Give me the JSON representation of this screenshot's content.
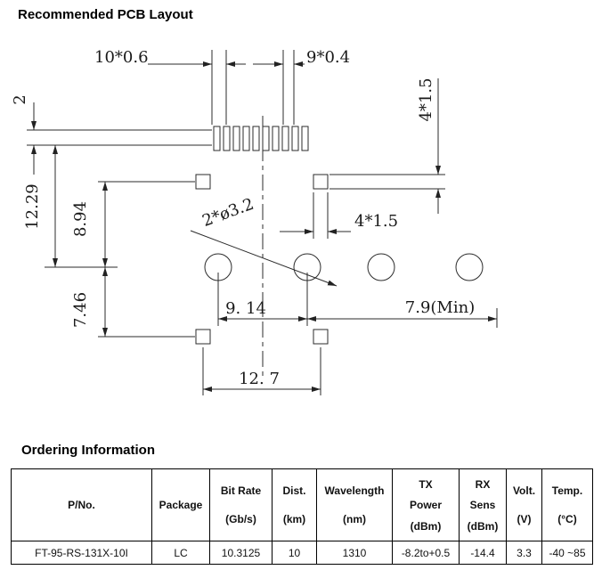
{
  "page": {
    "pcb_title": "Recommended PCB Layout",
    "ordering_title": "Ordering Information"
  },
  "drawing": {
    "pad_top_width": "10*0.6",
    "pad_top_gap": "9*0.4",
    "edge_gap": "2",
    "dim_12_29": "12.29",
    "dim_8_94": "8.94",
    "dim_7_46": "7.46",
    "dim_4x15_vertical": "4*1.5",
    "dim_4x15_horizontal": "4*1.5",
    "hole_diameter": "2*ø3.2",
    "hole_pitch": "9. 14",
    "min_edge": "7.9(Min)",
    "pad_pitch_bottom": "12. 7"
  },
  "table": {
    "headers": [
      {
        "lines": [
          "P/No."
        ]
      },
      {
        "lines": [
          "Package"
        ]
      },
      {
        "lines": [
          "Bit Rate",
          "(Gb/s)"
        ]
      },
      {
        "lines": [
          "Dist.",
          "(km)"
        ]
      },
      {
        "lines": [
          "Wavelength",
          "(nm)"
        ]
      },
      {
        "lines": [
          "TX",
          "Power",
          "(dBm)"
        ]
      },
      {
        "lines": [
          "RX",
          "Sens",
          "(dBm)"
        ]
      },
      {
        "lines": [
          "Volt.",
          "(V)"
        ]
      },
      {
        "lines": [
          "Temp.",
          "(°C)"
        ]
      }
    ],
    "row": {
      "pn": "FT-95-RS-131X-10I",
      "package": "LC",
      "bit_rate": "10.3125",
      "dist": "10",
      "wavelength": "1310",
      "tx_power": "-8.2to+0.5",
      "rx_sens": "-14.4",
      "volt": "3.3",
      "temp": "-40 ~85"
    }
  }
}
